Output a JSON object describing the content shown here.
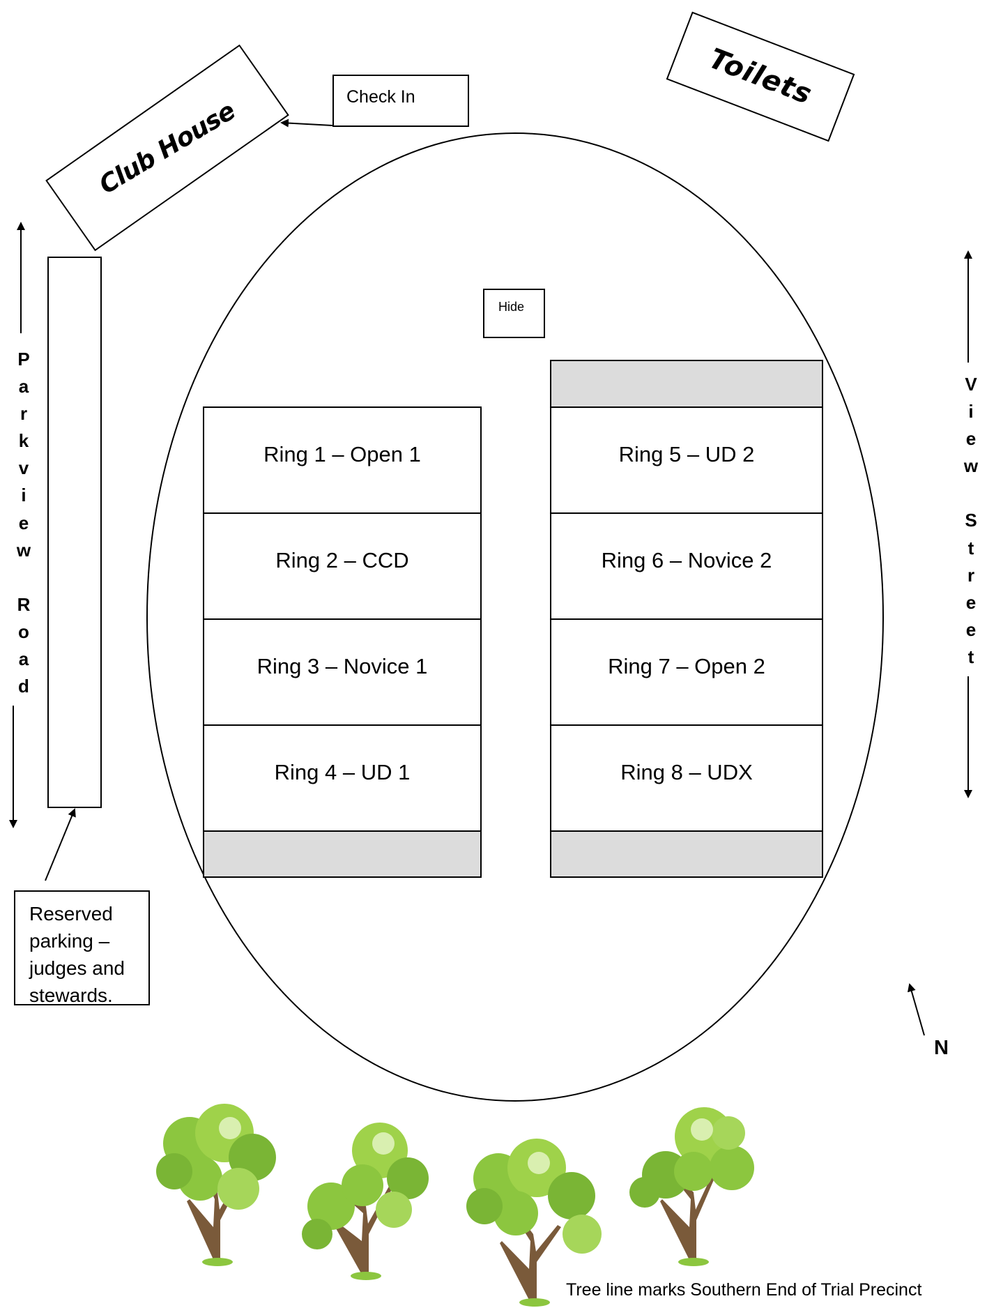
{
  "buildings": {
    "club_house": "Club House",
    "toilets": "Toilets",
    "check_in": "Check In",
    "hide": "Hide"
  },
  "rings_left": [
    {
      "label": "Ring 1 – Open 1"
    },
    {
      "label": "Ring 2 – CCD"
    },
    {
      "label": "Ring 3 – Novice 1"
    },
    {
      "label": "Ring 4 – UD 1"
    }
  ],
  "rings_right": [
    {
      "label": "Ring 5 – UD 2"
    },
    {
      "label": "Ring 6 – Novice 2"
    },
    {
      "label": "Ring 7 – Open 2"
    },
    {
      "label": "Ring 8 – UDX"
    }
  ],
  "streets": {
    "west": "P\na\nr\nk\nv\ni\ne\nw\n\nR\no\na\nd",
    "east": "V\ni\ne\nw\n\nS\nt\nr\ne\ne\nt"
  },
  "reserved_parking_note": "Reserved\nparking –\njudges and\nstewards.",
  "compass": "N",
  "caption": "Tree line marks Southern End of Trial Precinct",
  "colors": {
    "outline": "#000000",
    "shaded_area": "#dcdcdc",
    "tree_foliage": "#8cc63f",
    "tree_trunk": "#7a5a3a"
  },
  "icons": [
    "tree-icon",
    "north-arrow-icon",
    "arrow-icon"
  ]
}
